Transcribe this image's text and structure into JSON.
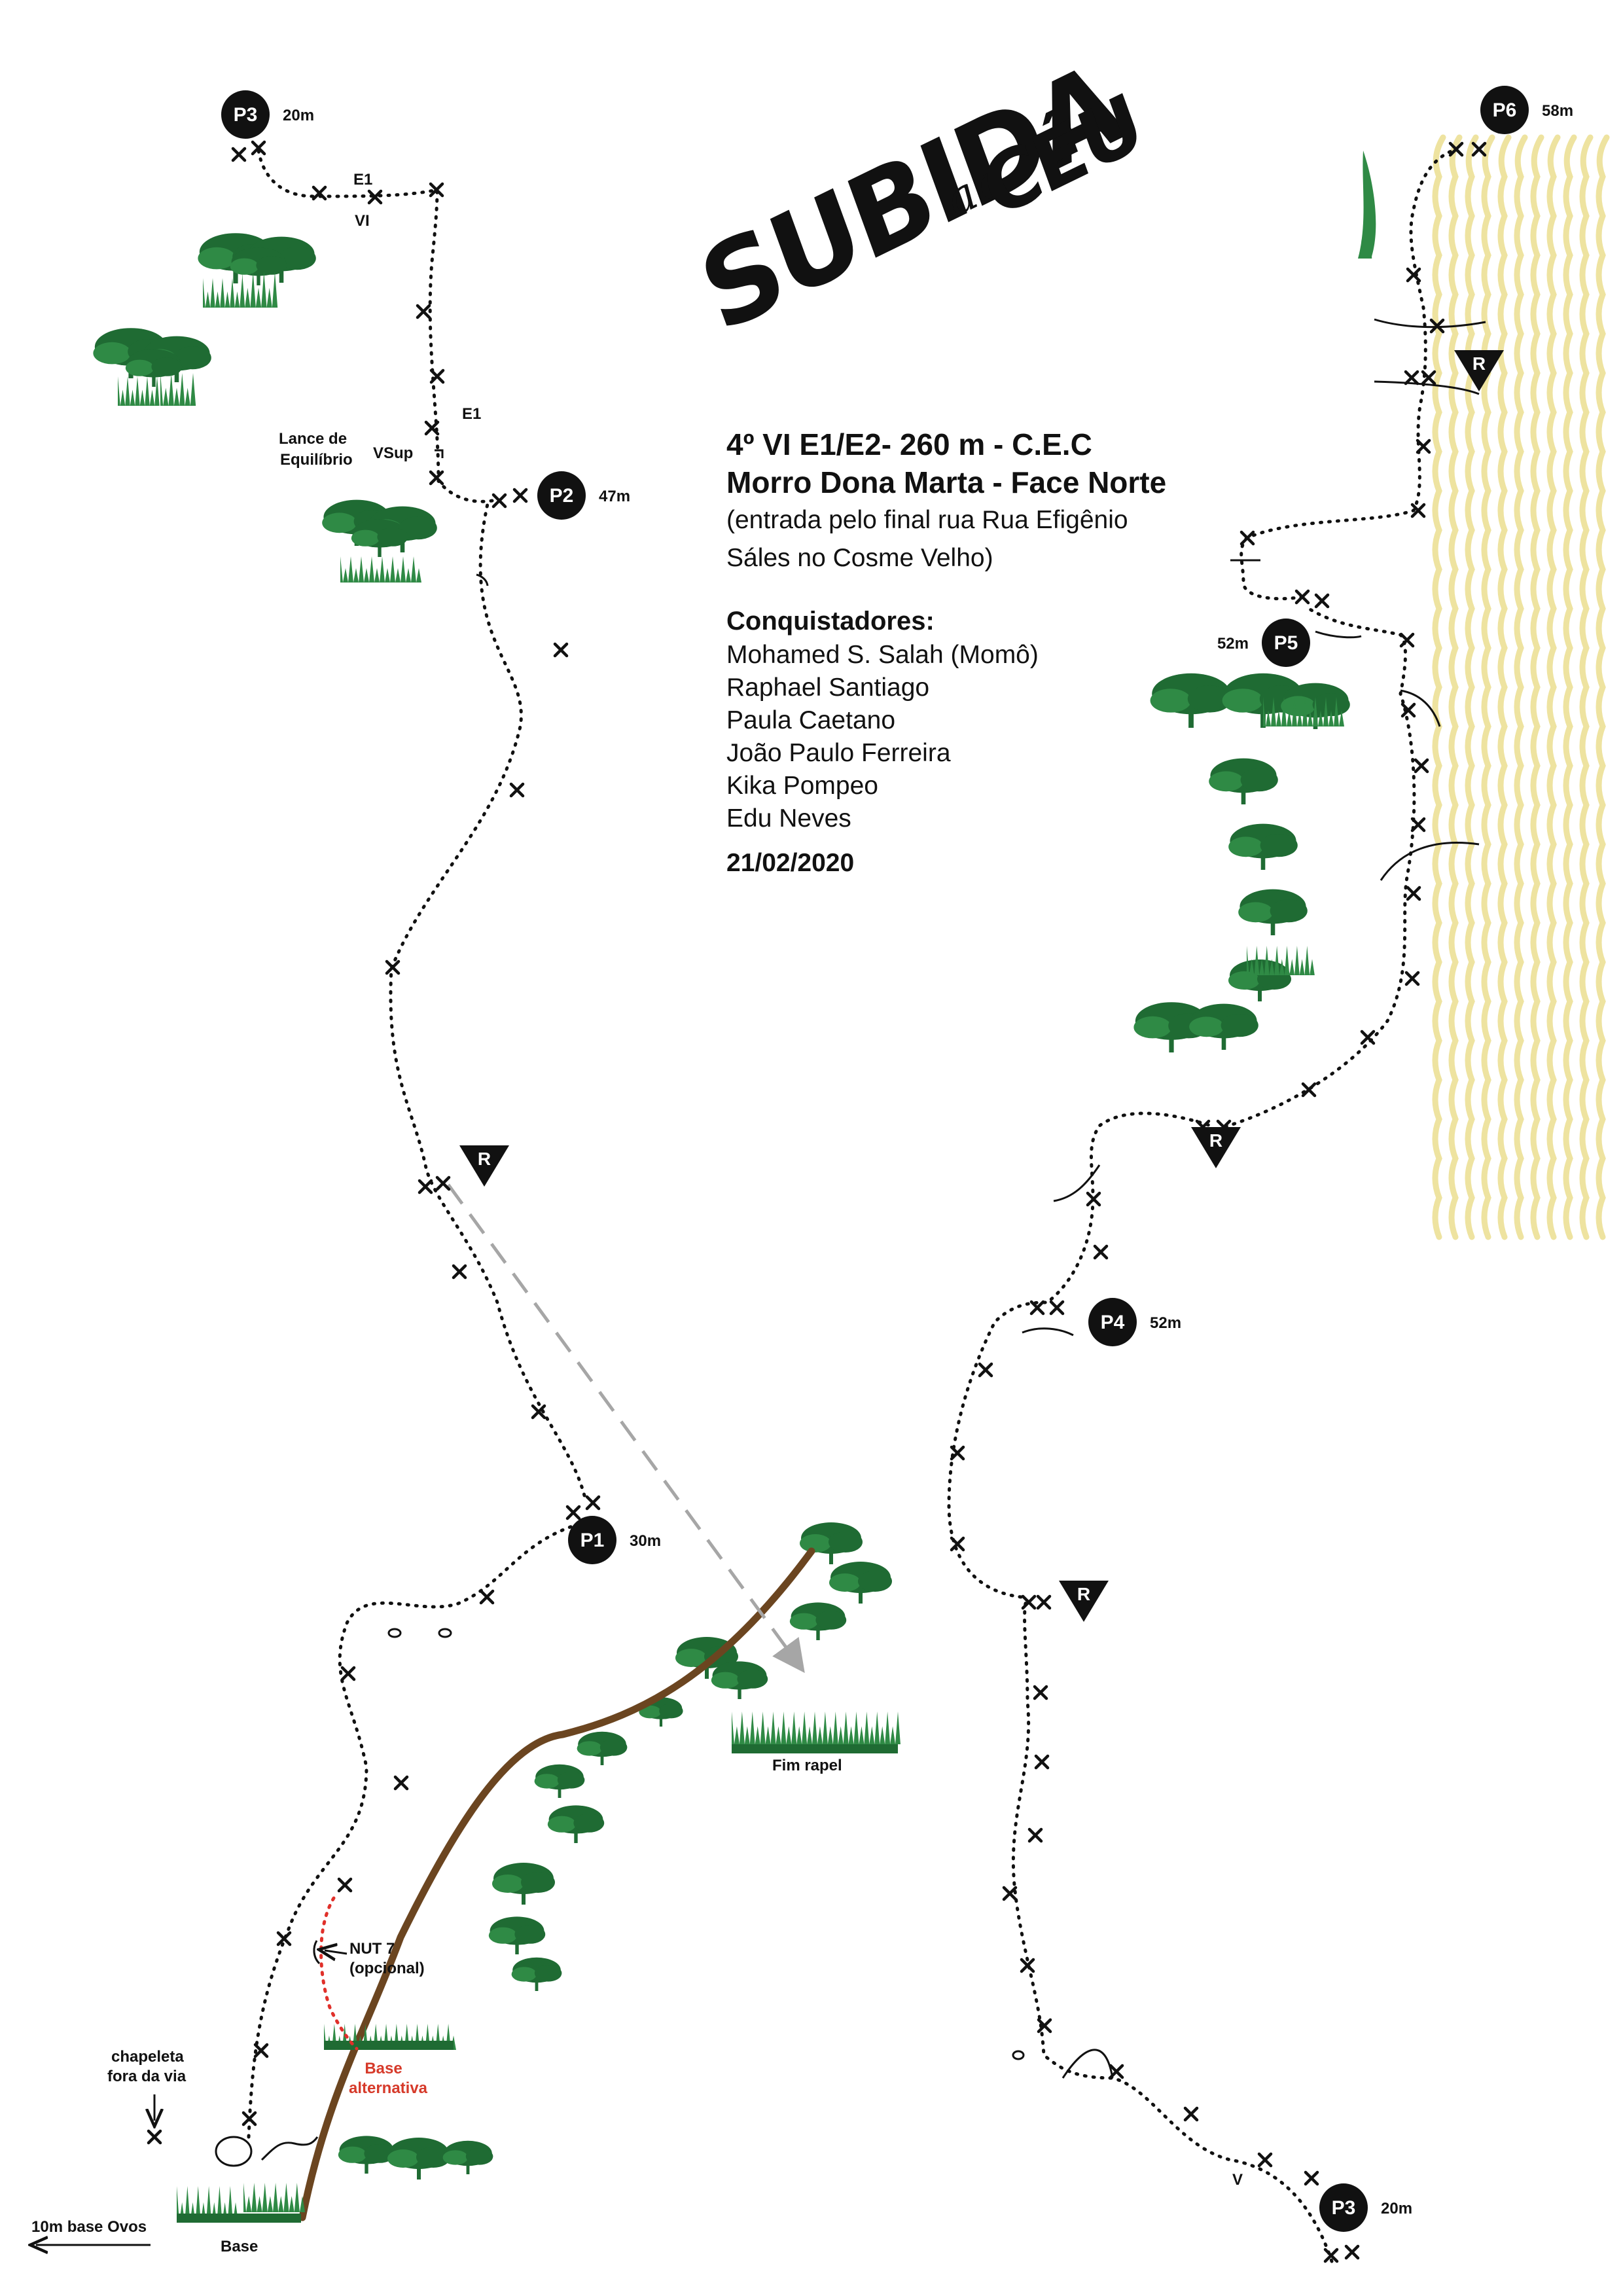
{
  "title": {
    "main": "SUBIDA",
    "connector": "ao",
    "end": "CÉU"
  },
  "info": {
    "grade": "4º VI  E1/E2- 260 m - C.E.C",
    "location": "Morro Dona Marta  - Face Norte",
    "access_line1": "(entrada pelo final rua Rua Efigênio",
    "access_line2": "Sáles no Cosme Velho)",
    "climbers_heading": "Conquistadores:",
    "climbers": [
      "Mohamed S. Salah (Momô)",
      "Raphael Santiago",
      "Paula Caetano",
      "João Paulo Ferreira",
      "Kika Pompeo",
      "Edu Neves"
    ],
    "date": "21/02/2020"
  },
  "belays": {
    "p1": {
      "label": "P1",
      "length": "30m"
    },
    "p2": {
      "label": "P2",
      "length": "47m"
    },
    "p3_top": {
      "label": "P3",
      "length": "20m"
    },
    "p3_bottom": {
      "label": "P3",
      "length": "20m"
    },
    "p4": {
      "label": "P4",
      "length": "52m"
    },
    "p5": {
      "label": "P5",
      "length": "52m"
    },
    "p6": {
      "label": "P6",
      "length": "58m"
    }
  },
  "rappel_marker": "R",
  "labels": {
    "e1_top": "E1",
    "vi_top": "VI",
    "e1_mid": "E1",
    "lance": "Lance de",
    "equilibrio": "Equilíbrio",
    "vsup": "VSup",
    "nut_line1": "NUT 7",
    "nut_line2": "(opcional)",
    "chapeleta_line1": "chapeleta",
    "chapeleta_line2": "fora da via",
    "base_alt_line1": "Base",
    "base_alt_line2": "alternativa",
    "fim_rapel": "Fim rapel",
    "base": "Base",
    "ovos": "10m base Ovos",
    "v_grade": "V"
  },
  "colors": {
    "route_line": "#111111",
    "vegetation": "#1f6b33",
    "vegetation_light": "#2f8a45",
    "ground_line": "#6b4520",
    "rappel_arrow": "#a6a6a6",
    "water_stain": "#eee3a0",
    "alt_route": "#e0302a",
    "alt_label": "#d63a2a"
  }
}
